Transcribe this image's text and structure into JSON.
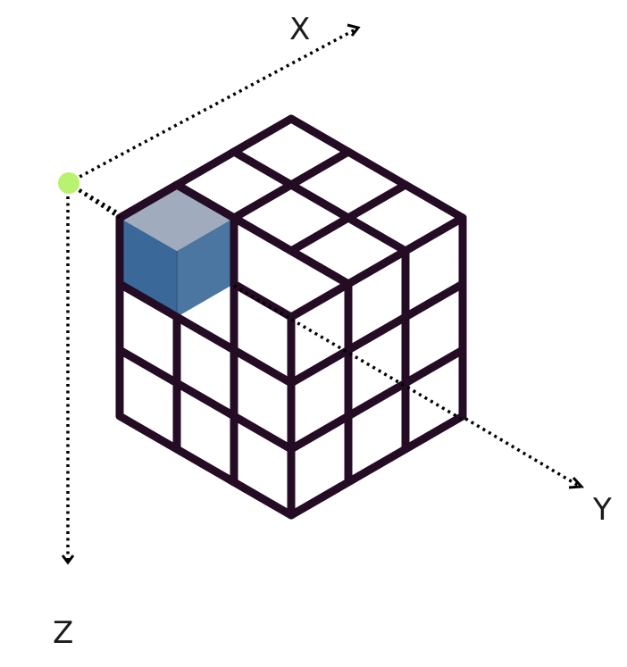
{
  "axes": {
    "x_label": "X",
    "y_label": "Y",
    "z_label": "Z"
  },
  "colors": {
    "grid_line": "#240c24",
    "axis_line": "#000000",
    "origin_dot": "#b8f26e",
    "highlight_top": "#a0acbe",
    "highlight_front": "#3a6898",
    "highlight_side": "#4c76a2",
    "background": "#ffffff"
  },
  "cube": {
    "size": [
      3,
      3,
      3
    ],
    "highlighted_cell": {
      "x": 0,
      "y": 0,
      "z": 0
    }
  }
}
